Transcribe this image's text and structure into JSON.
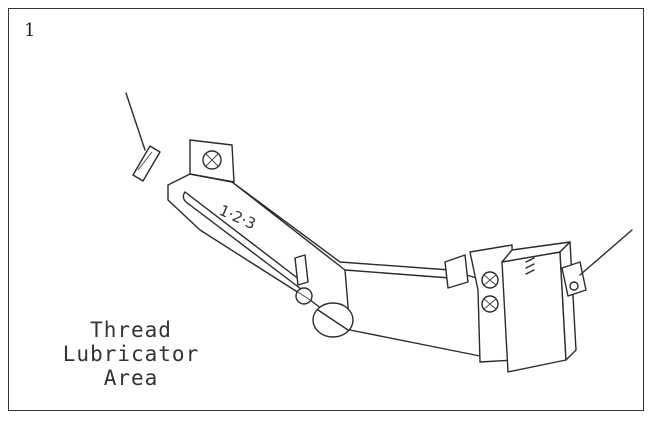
{
  "figure": {
    "number": "1",
    "scale_label": "1·2·3",
    "caption_lines": [
      "Thread",
      "Lubricator",
      "Area"
    ]
  }
}
